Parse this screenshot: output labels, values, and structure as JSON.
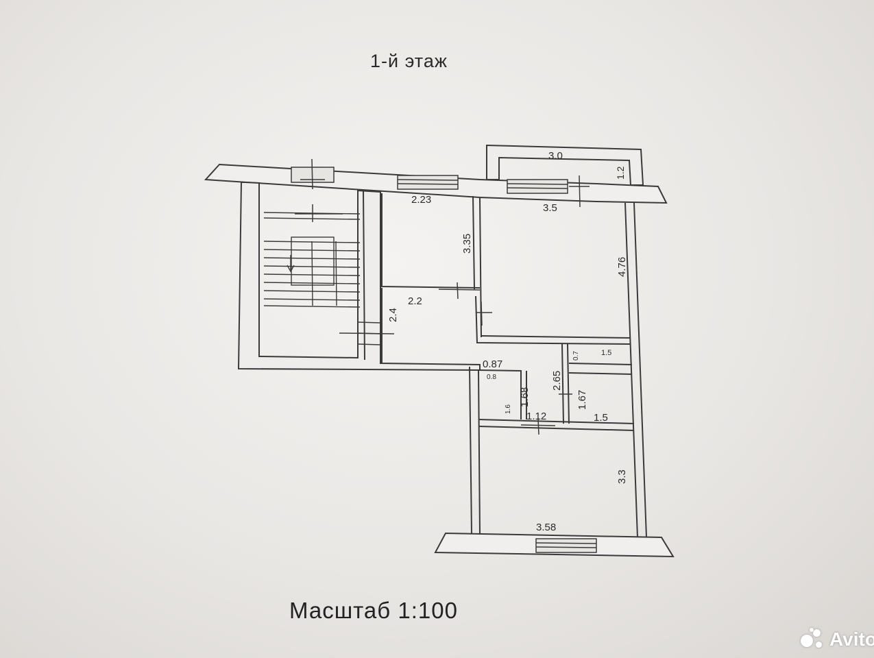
{
  "title": "1-й этаж",
  "scale_label": "Масштаб  1:100",
  "watermark": "Avito",
  "dimensions": {
    "balcony_width": "3.0",
    "balcony_depth": "1.2",
    "room1_width": "2.23",
    "room1_length": "3.35",
    "room2_width": "3.5",
    "room2_length": "4.76",
    "hall_width": "2.2",
    "hall_length": "2.4",
    "corridor_width": "0.87",
    "corridor_length": "2.65",
    "closet_width": "0.8",
    "closet_length": "1.6",
    "wc_length": "1.68",
    "wc_width": "1.12",
    "storage_depth": "0.7",
    "storage_width": "1.5",
    "bath_length": "1.67",
    "bath_width": "1.5",
    "kitchen_length": "3.3",
    "kitchen_width": "3.58"
  }
}
